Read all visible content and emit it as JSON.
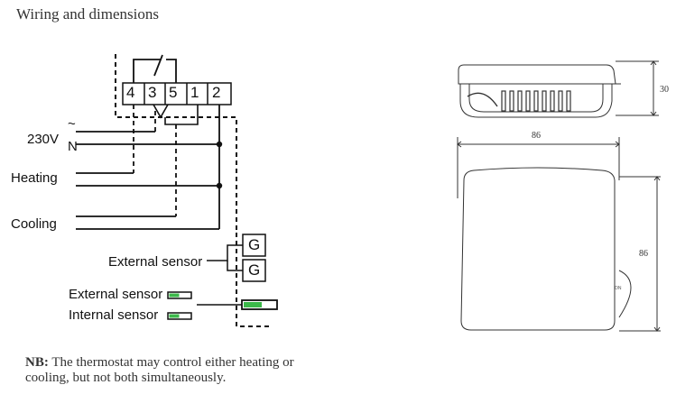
{
  "title": "Wiring and dimensions",
  "terminals": [
    "4",
    "3",
    "5",
    "1",
    "2"
  ],
  "supply": {
    "voltage": "230V",
    "live_symbol": "~",
    "neutral": "N"
  },
  "outputs": {
    "heating": "Heating",
    "cooling": "Cooling"
  },
  "external_sensor": {
    "label": "External sensor",
    "terminals": [
      "G",
      "G"
    ]
  },
  "switches": {
    "external": "External sensor",
    "internal": "Internal sensor"
  },
  "note": {
    "bold": "NB:",
    "line1": " The thermostat may control either heating or",
    "line2": "cooling, but not both simultaneously."
  },
  "dimensions": {
    "depth": "30",
    "width": "86",
    "height": "86",
    "knob_text": "ON"
  },
  "colors": {
    "switch_green": "#3cb84a",
    "line": "#111111",
    "outline": "#333333"
  }
}
